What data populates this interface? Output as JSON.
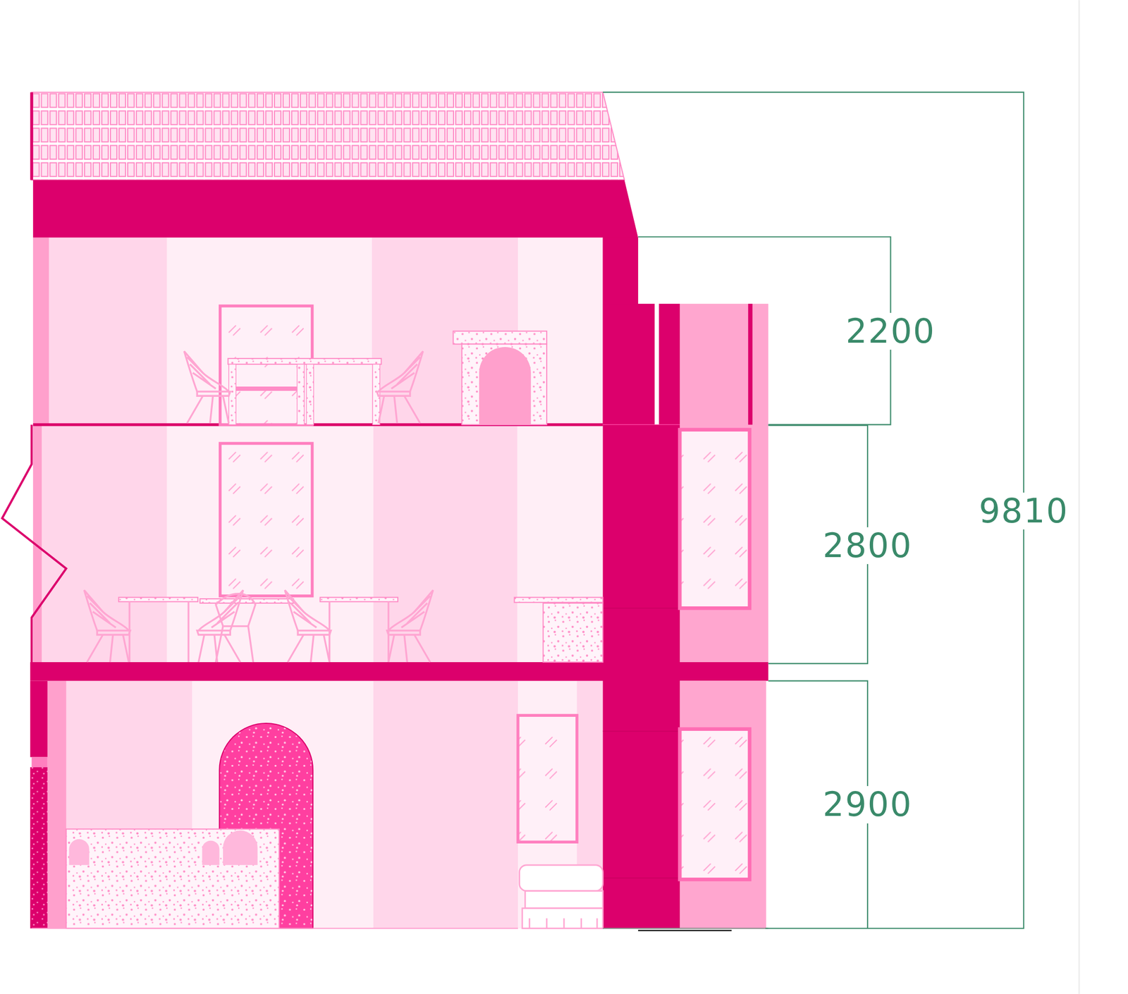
{
  "diagram": {
    "labels": [
      "2200",
      "9810",
      "2800",
      "2900"
    ]
  }
}
